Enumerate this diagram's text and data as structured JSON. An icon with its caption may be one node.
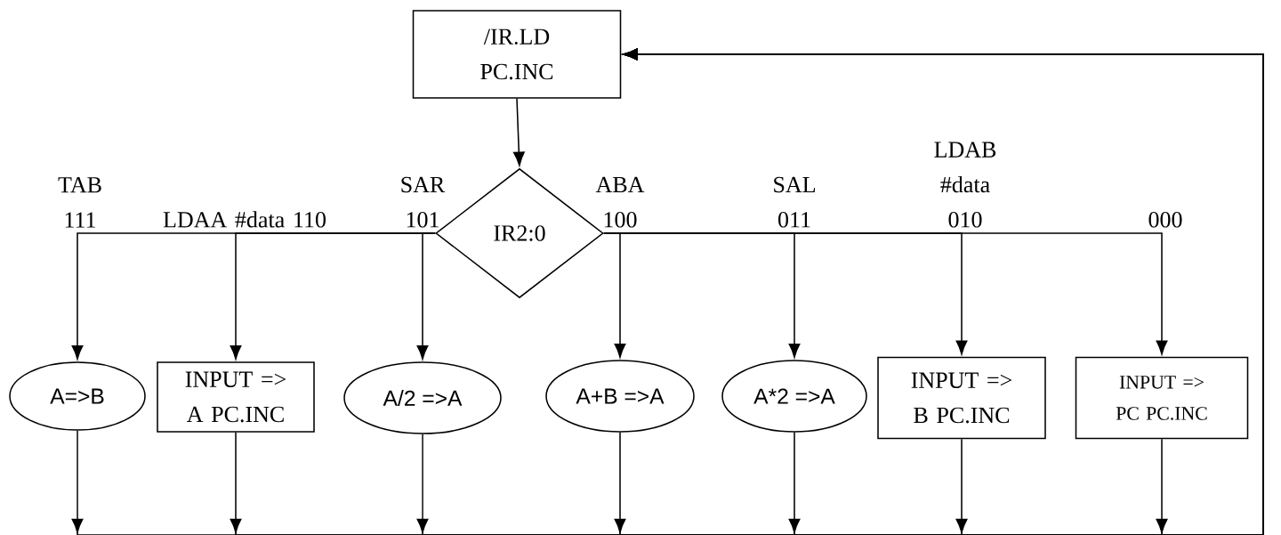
{
  "diagram": {
    "nodes": [
      {
        "text": [
          "/IR.LD PC.INC"
        ]
      },
      {
        "text": [
          "IR2:0"
        ]
      },
      {
        "text": [
          "A=>B"
        ]
      },
      {
        "text": [
          "INPUT => A PC.INC"
        ]
      },
      {
        "text": [
          "A/2 =>A"
        ]
      },
      {
        "text": [
          "A+B =>A"
        ]
      },
      {
        "text": [
          "A*2 =>A"
        ]
      },
      {
        "text": [
          "INPUT => B PC.INC"
        ]
      },
      {
        "text": [
          "INPUT => PC PC.INC"
        ]
      }
    ],
    "edges": [
      {
        "from": 0,
        "to": 1,
        "arrow": "to"
      },
      {
        "from": 1,
        "to": 2,
        "arrow": "to",
        "label": "TAB 111"
      },
      {
        "from": 1,
        "to": 3,
        "arrow": "to",
        "label": "LDAA #data 110"
      },
      {
        "from": 1,
        "to": 4,
        "arrow": "to",
        "label": "SAR 101"
      },
      {
        "from": 1,
        "to": 5,
        "arrow": "to",
        "label": "ABA 100"
      },
      {
        "from": 1,
        "to": 6,
        "arrow": "to",
        "label": "SAL 011"
      },
      {
        "from": 1,
        "to": 7,
        "arrow": "to",
        "label": "LDAB #data 010"
      },
      {
        "from": 1,
        "to": 8,
        "arrow": "to",
        "label": "000"
      },
      {
        "from": 2,
        "to": 0,
        "arrow": "to"
      },
      {
        "from": 3,
        "to": 0,
        "arrow": "to"
      },
      {
        "from": 4,
        "to": 0,
        "arrow": "to"
      },
      {
        "from": 5,
        "to": 0,
        "arrow": "to"
      },
      {
        "from": 6,
        "to": 0,
        "arrow": "to"
      },
      {
        "from": 7,
        "to": 0,
        "arrow": "to"
      },
      {
        "from": 8,
        "to": 0,
        "arrow": "to"
      }
    ]
  }
}
